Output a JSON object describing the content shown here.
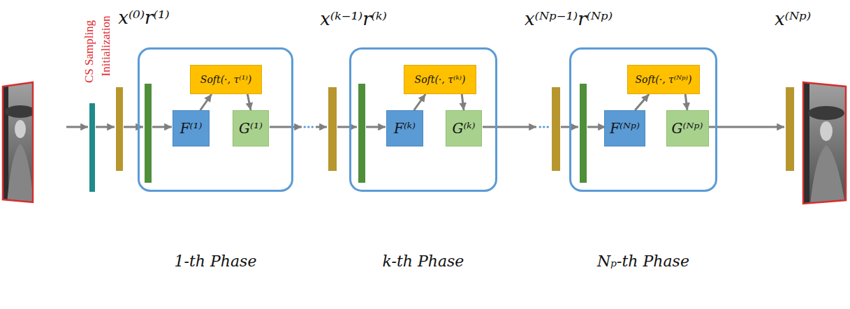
{
  "diagram": {
    "nodes": [
      {
        "text": [
          "1-th Phase"
        ]
      },
      {
        "text": [
          "F⁽¹⁾"
        ],
        "in": 0
      },
      {
        "text": [
          "Soft(·, τ⁽¹⁾)"
        ],
        "in": 0
      },
      {
        "text": [
          "G⁽¹⁾"
        ],
        "in": 0
      },
      {
        "text": [
          "k-th Phase"
        ]
      },
      {
        "text": [
          "F⁽ᵏ⁾"
        ],
        "in": 4
      },
      {
        "text": [
          "Soft(·, τ⁽ᵏ⁾)"
        ],
        "in": 4
      },
      {
        "text": [
          "G⁽ᵏ⁾"
        ],
        "in": 4
      },
      {
        "text": [
          "Nₚ-th Phase"
        ]
      },
      {
        "text": [
          "F⁽ᴺᵖ⁾"
        ],
        "in": 8
      },
      {
        "text": [
          "Soft(·, τ⁽ᴺᵖ⁾)"
        ],
        "in": 8
      },
      {
        "text": [
          "G⁽ᴺᵖ⁾"
        ],
        "in": 8
      }
    ],
    "edges": [
      {
        "from": 1,
        "to": 2,
        "arrow": "to"
      },
      {
        "from": 2,
        "to": 3,
        "arrow": "to"
      },
      {
        "from": 5,
        "to": 6,
        "arrow": "to"
      },
      {
        "from": 6,
        "to": 7,
        "arrow": "to"
      },
      {
        "from": 9,
        "to": 10,
        "arrow": "to"
      },
      {
        "from": 10,
        "to": 11,
        "arrow": "to"
      }
    ],
    "labels": [
      "CS Sampling",
      "Initialization",
      "x⁽⁰⁾r⁽¹⁾",
      "x⁽ᵏ⁻¹⁾r⁽ᵏ⁾",
      "x⁽ᴺᵖ⁻¹⁾r⁽ᴺᵖ⁾",
      "x⁽ᴺᵖ⁾"
    ]
  }
}
